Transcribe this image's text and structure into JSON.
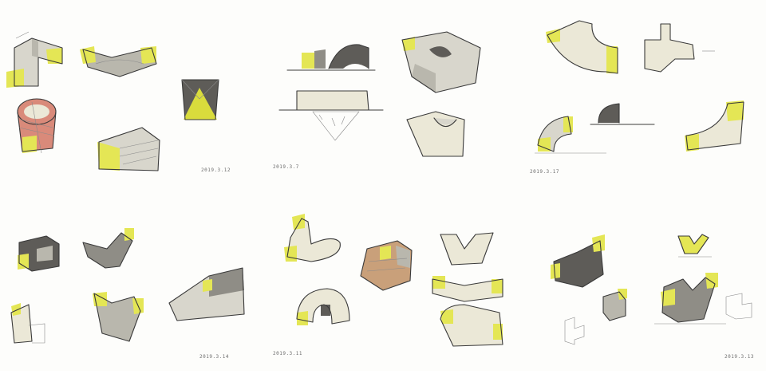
{
  "sheet": {
    "background": "#fdfdfb",
    "accent_yellow": "#e4e655",
    "panels": [
      {
        "id": "p1",
        "date": "2019.3.12"
      },
      {
        "id": "p2",
        "date": "2019.3.7"
      },
      {
        "id": "p3",
        "date": "2019.3.17"
      },
      {
        "id": "p4",
        "date": "2019.3.14"
      },
      {
        "id": "p5",
        "date": "2019.3.11"
      },
      {
        "id": "p6",
        "date": "2019.3.13"
      }
    ]
  }
}
